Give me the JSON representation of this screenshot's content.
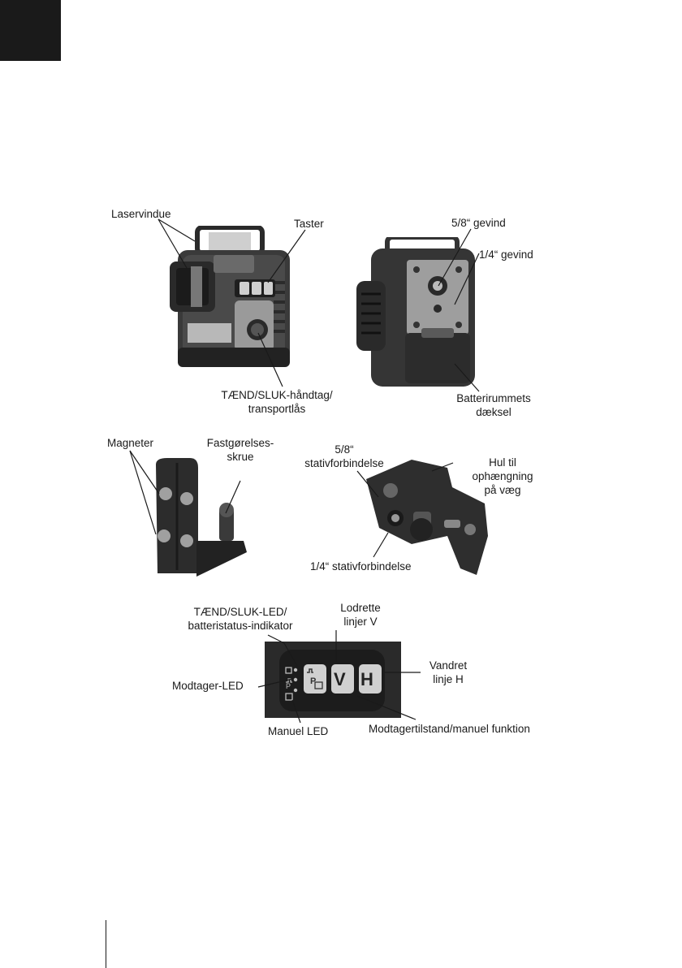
{
  "labels": {
    "laservindue": "Laservindue",
    "taster": "Taster",
    "gevind_58": "5/8“ gevind",
    "gevind_14": "1/4“ gevind",
    "taend_sluk_haandtag_1": "TÆND/SLUK-håndtag/",
    "taend_sluk_haandtag_2": "transportlås",
    "batterirummets_1": "Batterirummets",
    "batterirummets_2": "dæksel",
    "magneter": "Magneter",
    "fastgorelses_1": "Fastgørelses-",
    "fastgorelses_2": "skrue",
    "stativ_58_1": "5/8“",
    "stativ_58_2": "stativforbindelse",
    "hul_1": "Hul til",
    "hul_2": "ophængning",
    "hul_3": "på væg",
    "stativ_14": "1/4“ stativforbindelse",
    "led_1": "TÆND/SLUK-LED/",
    "led_2": "batteristatus-indikator",
    "lodrette_1": "Lodrette",
    "lodrette_2": "linjer V",
    "modtager_led": "Modtager-LED",
    "vandret_1": "Vandret",
    "vandret_2": "linje H",
    "manuel_led": "Manuel LED",
    "modtagertilstand": "Modtagertilstand/manuel funktion"
  },
  "keys": {
    "v": "V",
    "h": "H",
    "p": "P"
  }
}
